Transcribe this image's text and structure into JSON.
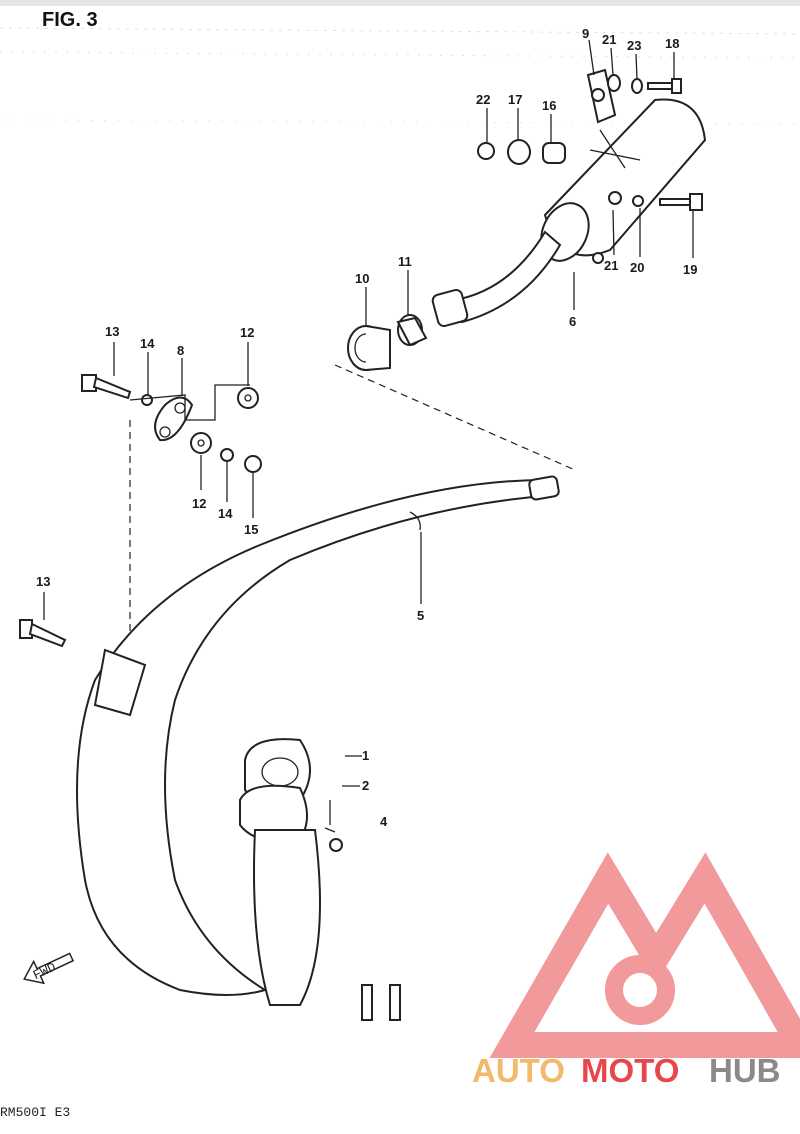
{
  "figure": {
    "title": "FIG. 3",
    "code": "RM500I  E3"
  },
  "callouts": [
    "1",
    "2",
    "4",
    "5",
    "6",
    "8",
    "9",
    "10",
    "11",
    "12",
    "12",
    "13",
    "13",
    "14",
    "14",
    "15",
    "16",
    "17",
    "18",
    "19",
    "20",
    "21",
    "21",
    "22",
    "23"
  ],
  "direction_marker": "FWD",
  "watermark": {
    "part1": "AUTO",
    "part2": "MOTO",
    "part3": "HUB",
    "color_light": "#f2b96b",
    "color_mid": "#e8464b",
    "color_dark": "#8a8a8a"
  }
}
